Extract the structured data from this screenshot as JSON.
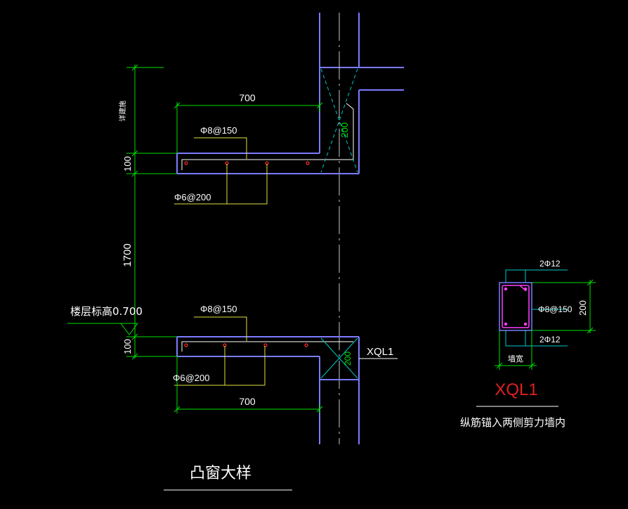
{
  "colors": {
    "background": "#000000",
    "wall": "#7B7BFF",
    "dimension": "#00E000",
    "leader": "#E0E040",
    "text": "#FFFFFF",
    "hatch": "#00C8C8",
    "rebar_dot": "#FF3030",
    "stirrup": "#FF40FF",
    "title_red": "#E02020",
    "centerline": "#C8C8C8"
  },
  "drawing": {
    "title": "凸窗大样",
    "top_slab": {
      "length_dim": "700",
      "thickness_dim": "100",
      "top_rebar": "Φ8@150",
      "bottom_rebar": "Φ6@200",
      "beam_height": "200",
      "side_dim_label": "详建施"
    },
    "middle_dim": "1700",
    "bottom_slab": {
      "floor_level_label": "楼层标高0.700",
      "thickness_dim": "100",
      "top_rebar": "Φ8@150",
      "bottom_rebar": "Φ6@200",
      "length_dim": "700",
      "beam_height": "200",
      "beam_tag": "XQL1"
    }
  },
  "section": {
    "name": "XQL1",
    "top_bars": "2Φ12",
    "stirrup": "Φ8@150",
    "bottom_bars": "2Φ12",
    "height_dim": "200",
    "width_label": "墙宽",
    "note": "纵筋锚入两侧剪力墙内"
  }
}
